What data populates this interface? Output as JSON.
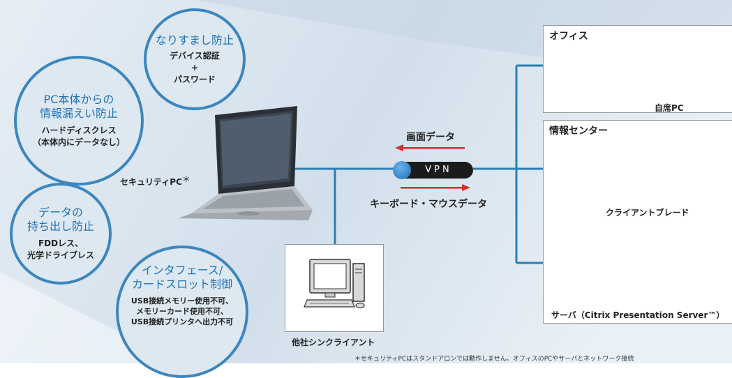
{
  "circles": {
    "spoofing": {
      "title": "なりすまし防止",
      "lines": [
        "デバイス認証",
        "+",
        "パスワード"
      ]
    },
    "leak": {
      "title": [
        "PC本体からの",
        "情報漏えい防止"
      ],
      "lines": [
        "ハードディスクレス",
        "（本体内にデータなし）"
      ]
    },
    "export": {
      "title": [
        "データの",
        "持ち出し防止"
      ],
      "lines": [
        "FDDレス、",
        "光学ドライブレス"
      ]
    },
    "interface": {
      "title": [
        "インタフェース/",
        "カードスロット制御"
      ],
      "lines": [
        "USB接続メモリー使用不可、",
        "メモリーカード使用不可、",
        "USB接続プリンタへ出力不可"
      ]
    }
  },
  "security_pc": {
    "label": "セキュリティPC",
    "mark": "＊"
  },
  "vpn": {
    "label": "VPN"
  },
  "flows": {
    "screen_data": "画面データ",
    "input_data": "キーボード・マウスデータ"
  },
  "office": {
    "title": "オフィス",
    "pc_label": "自席PC"
  },
  "info_center": {
    "title": "情報センター",
    "blade_label": "クライアントブレード",
    "server_label": "サーバ（Citrix Presentation Server™）"
  },
  "thin_client": {
    "label": "他社シンクライアント"
  },
  "footnote": "＊セキュリティPCはスタンドアロンでは動作しません。オフィスのPCやサーバとネットワーク接続"
}
